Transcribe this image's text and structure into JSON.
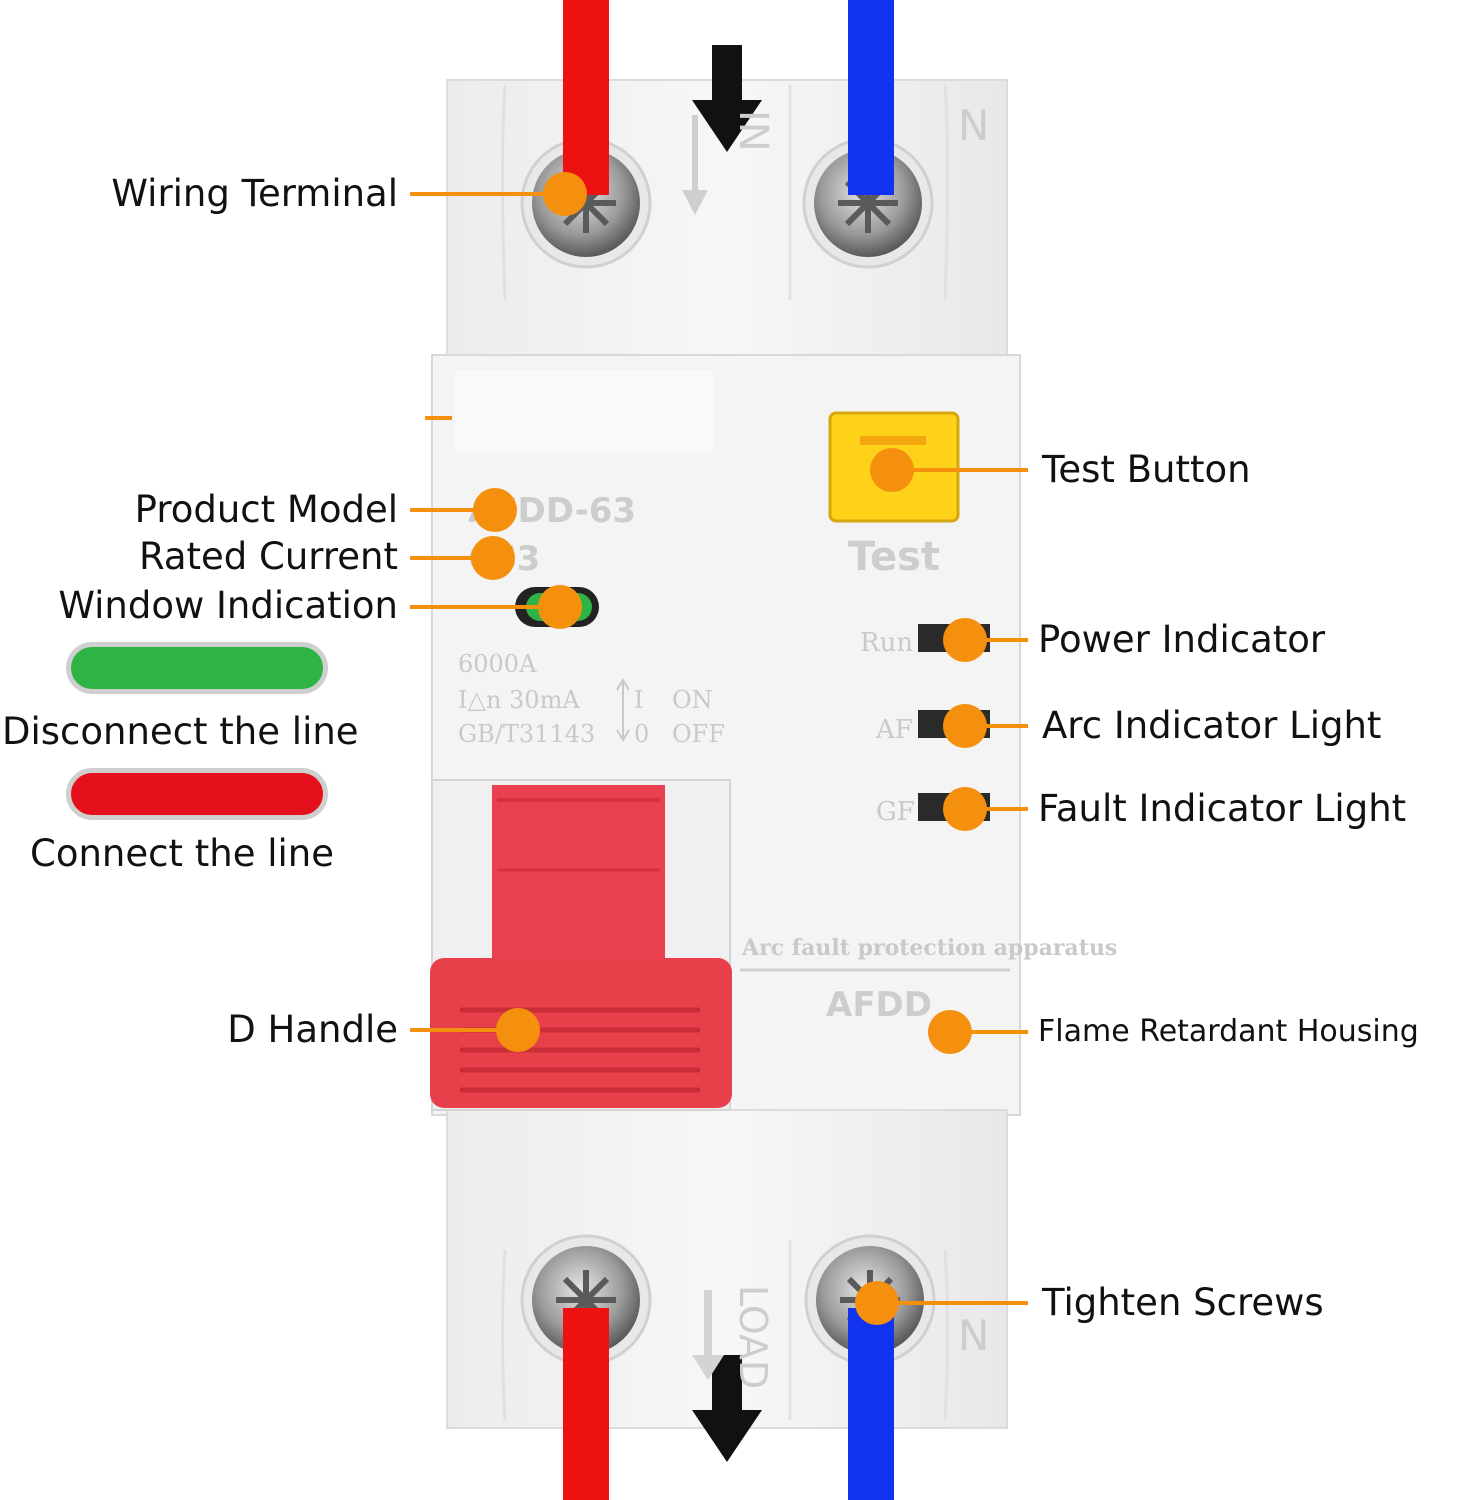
{
  "labels": {
    "wiring_terminal": "Wiring Terminal",
    "product_model": "Product Model",
    "rated_current": "Rated Current",
    "window_indication": "Window Indication",
    "disconnect_line": "Disconnect the line",
    "connect_line": "Connect the line",
    "d_handle": "D Handle",
    "test_button": "Test Button",
    "power_indicator": "Power Indicator",
    "arc_indicator": "Arc Indicator Light",
    "fault_indicator": "Fault Indicator Light",
    "flame_housing": "Flame Retardant Housing",
    "tighten_screws": "Tighten Screws"
  },
  "device": {
    "model": "AFDD-63",
    "current": "C63",
    "breaking_capacity": "6000A",
    "residual": "I△n  30mA",
    "standard": "GB/T31143",
    "on_mark": "I",
    "off_mark": "0",
    "on_text": "ON",
    "off_text": "OFF",
    "test_text": "Test",
    "run_text": "Run",
    "af_text": "AF",
    "gf_text": "GF",
    "apparatus_text": "Arc fault protection apparatus",
    "afdd_text": "AFDD",
    "in_text": "IN",
    "load_text": "LOAD",
    "n_text": "N"
  },
  "colors": {
    "callout": "#f5900f",
    "phase_wire": "#ee1111",
    "neutral_wire": "#1133ee",
    "handle": "#e8404a",
    "test_button": "#ffd21a",
    "indicator_green": "#2fb344",
    "indicator_red": "#e4101b"
  }
}
